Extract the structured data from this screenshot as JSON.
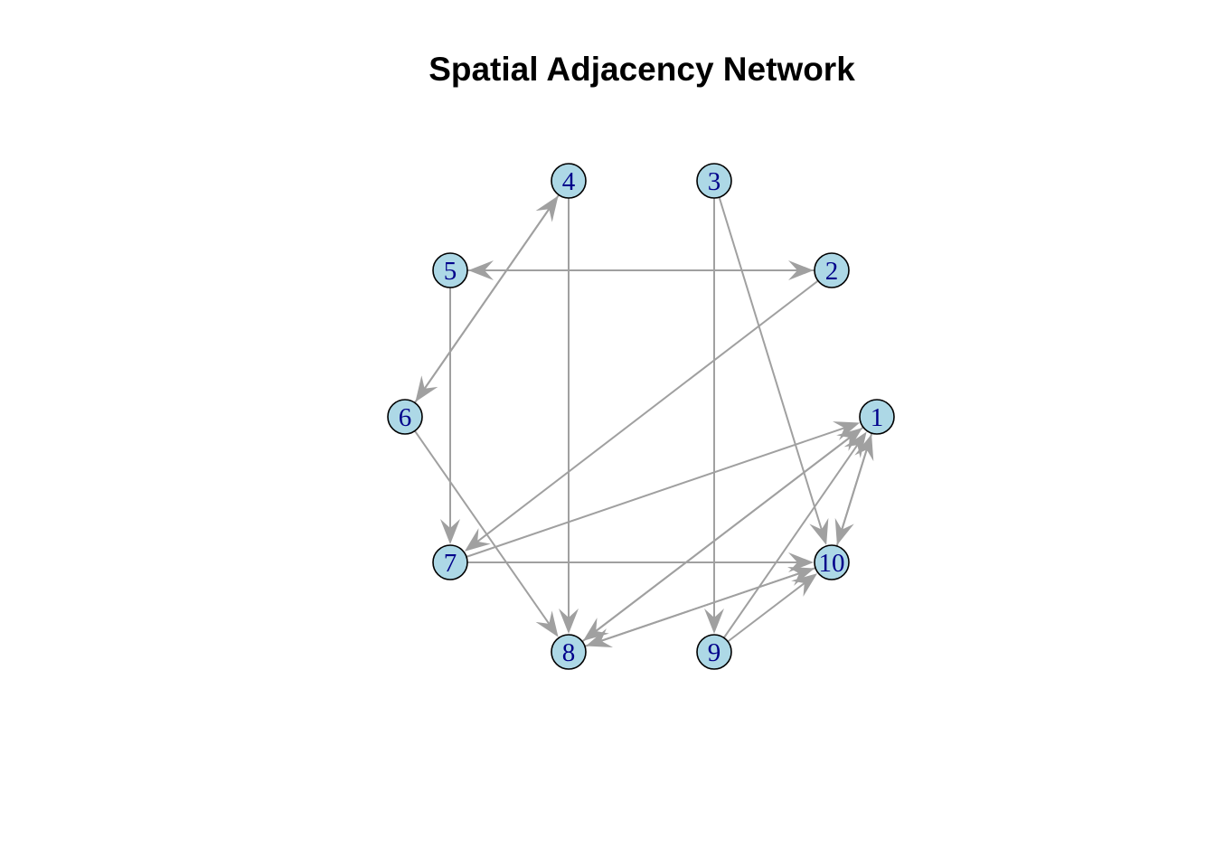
{
  "title": "Spatial Adjacency Network",
  "colors": {
    "node_fill": "#add8e6",
    "node_stroke": "#000000",
    "label": "#00008b",
    "edge": "#a0a0a0"
  },
  "nodes": [
    {
      "id": "1",
      "label": "1"
    },
    {
      "id": "2",
      "label": "2"
    },
    {
      "id": "3",
      "label": "3"
    },
    {
      "id": "4",
      "label": "4"
    },
    {
      "id": "5",
      "label": "5"
    },
    {
      "id": "6",
      "label": "6"
    },
    {
      "id": "7",
      "label": "7"
    },
    {
      "id": "8",
      "label": "8"
    },
    {
      "id": "9",
      "label": "9"
    },
    {
      "id": "10",
      "label": "10"
    }
  ],
  "edges": [
    {
      "from": "2",
      "to": "5"
    },
    {
      "from": "5",
      "to": "2"
    },
    {
      "from": "5",
      "to": "7"
    },
    {
      "from": "4",
      "to": "6"
    },
    {
      "from": "6",
      "to": "4"
    },
    {
      "from": "4",
      "to": "8"
    },
    {
      "from": "3",
      "to": "9"
    },
    {
      "from": "3",
      "to": "10"
    },
    {
      "from": "2",
      "to": "7"
    },
    {
      "from": "6",
      "to": "8"
    },
    {
      "from": "7",
      "to": "1"
    },
    {
      "from": "7",
      "to": "10"
    },
    {
      "from": "8",
      "to": "1"
    },
    {
      "from": "1",
      "to": "8"
    },
    {
      "from": "8",
      "to": "10"
    },
    {
      "from": "10",
      "to": "8"
    },
    {
      "from": "1",
      "to": "10"
    },
    {
      "from": "10",
      "to": "1"
    },
    {
      "from": "9",
      "to": "1"
    },
    {
      "from": "9",
      "to": "10"
    }
  ]
}
